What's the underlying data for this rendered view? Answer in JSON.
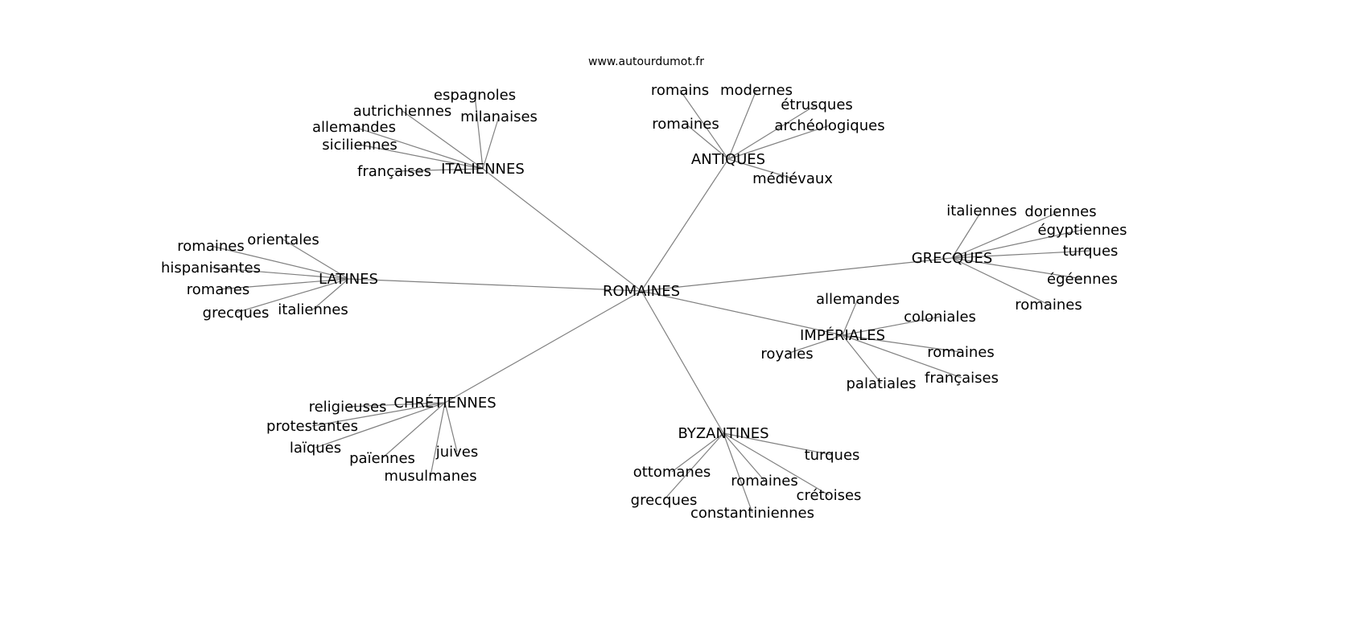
{
  "title": "www.autourdumot.fr",
  "colors": {
    "edge": "#808080",
    "text": "#000000",
    "background": "#ffffff"
  },
  "graph": {
    "hub": "ROMAINES",
    "clusters": [
      {
        "label": "ITALIENNES",
        "leaves": [
          "espagnoles",
          "autrichiennes",
          "allemandes",
          "milanaises",
          "siciliennes",
          "françaises"
        ]
      },
      {
        "label": "ANTIQUES",
        "leaves": [
          "romains",
          "modernes",
          "étrusques",
          "romaines",
          "archéologiques",
          "médiévaux"
        ]
      },
      {
        "label": "LATINES",
        "leaves": [
          "orientales",
          "romaines",
          "hispanisantes",
          "romanes",
          "grecques",
          "italiennes"
        ]
      },
      {
        "label": "GRECQUES",
        "leaves": [
          "italiennes",
          "doriennes",
          "égyptiennes",
          "turques",
          "égéennes",
          "romaines"
        ]
      },
      {
        "label": "IMPÉRIALES",
        "leaves": [
          "allemandes",
          "coloniales",
          "royales",
          "romaines",
          "françaises",
          "palatiales"
        ]
      },
      {
        "label": "CHRÉTIENNES",
        "leaves": [
          "religieuses",
          "protestantes",
          "laïques",
          "païennes",
          "musulmanes",
          "juives"
        ]
      },
      {
        "label": "BYZANTINES",
        "leaves": [
          "turques",
          "ottomanes",
          "romaines",
          "crétoises",
          "grecques",
          "constantiniennes"
        ]
      }
    ]
  }
}
